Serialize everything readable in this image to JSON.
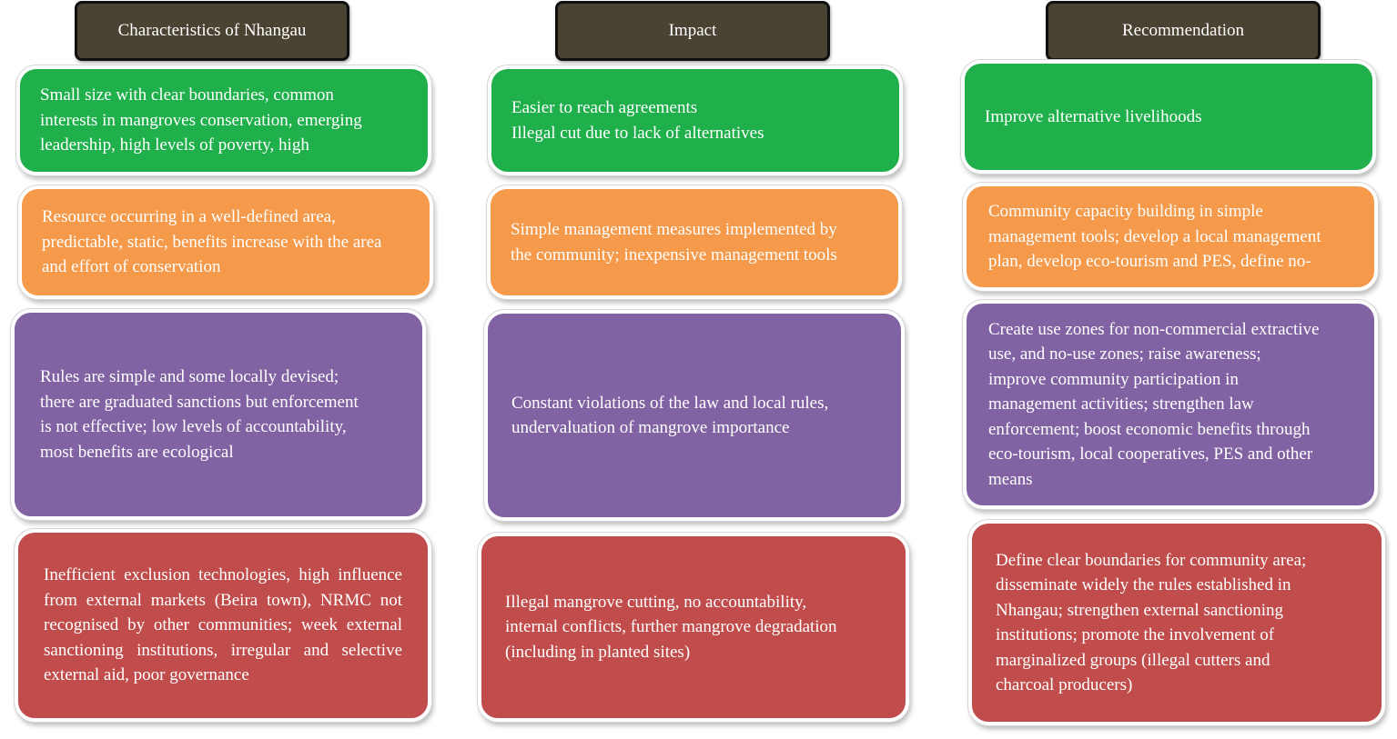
{
  "colors": {
    "header": "#4a4232",
    "green": "#1fb04b",
    "orange": "#f5994a",
    "purple": "#8163a3",
    "red": "#c04c4b"
  },
  "headers": {
    "characteristics": "Characteristics of Nhangau",
    "impact": "Impact",
    "recommendation": "Recommendation"
  },
  "characteristics": [
    "Small size with clear boundaries, common\ninterests in mangroves conservation, emerging\nleadership, high levels of poverty, high",
    "Resource occurring in a well-defined area,\npredictable, static, benefits increase with the area\nand effort of conservation",
    "Rules are simple and some locally devised;\nthere are graduated sanctions but enforcement\nis not effective; low levels of accountability,\nmost benefits are ecological",
    "Inefficient exclusion technologies, high influence from external markets (Beira town), NRMC not recognised by other communities; week external sanctioning institutions, irregular and selective external aid, poor governance"
  ],
  "impact": [
    "Easier to reach agreements\nIllegal cut due to lack of alternatives",
    "Simple management measures implemented by\nthe community; inexpensive management tools",
    "Constant violations of the law and local rules,\nundervaluation of mangrove importance",
    "Illegal mangrove cutting, no accountability,\ninternal conflicts, further mangrove degradation\n(including in planted sites)"
  ],
  "recommendation": [
    "Improve alternative livelihoods",
    "Community capacity building in simple\nmanagement tools; develop a local management\nplan, develop eco-tourism and PES, define no-",
    "Create use zones for non-commercial extractive\nuse, and no-use zones; raise awareness;\nimprove community participation in\nmanagement activities; strengthen law\nenforcement; boost economic benefits through\neco-tourism, local cooperatives, PES and other\nmeans",
    "Define clear boundaries for community area;\ndisseminate widely the rules established in\nNhangau; strengthen external sanctioning\ninstitutions; promote the involvement of\nmarginalized groups (illegal cutters and\ncharcoal producers)"
  ]
}
